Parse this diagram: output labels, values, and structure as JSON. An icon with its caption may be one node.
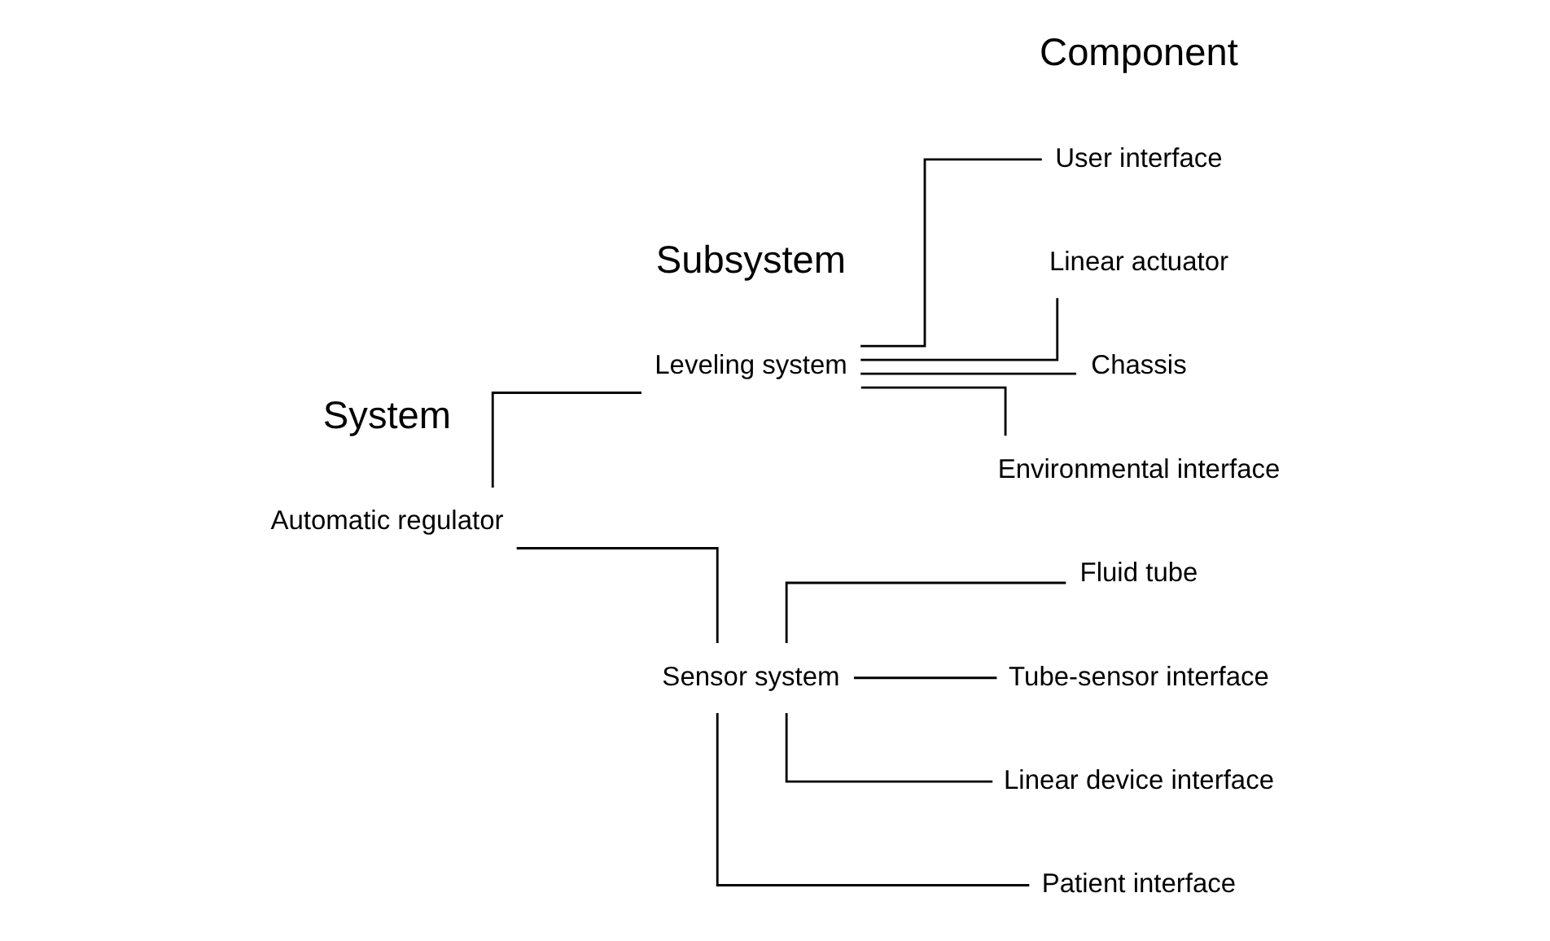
{
  "diagram": {
    "nodes": [
      {
        "text": [
          "Automatic regulator"
        ]
      },
      {
        "text": [
          "Leveling system"
        ]
      },
      {
        "text": [
          "User interface"
        ]
      },
      {
        "text": [
          "Linear actuator"
        ]
      },
      {
        "text": [
          "Chassis"
        ]
      },
      {
        "text": [
          "Environmental interface"
        ]
      },
      {
        "text": [
          "Sensor system"
        ]
      },
      {
        "text": [
          "Fluid tube"
        ]
      },
      {
        "text": [
          "Tube-sensor interface"
        ]
      },
      {
        "text": [
          "Linear device interface"
        ]
      },
      {
        "text": [
          "Patient interface"
        ]
      }
    ],
    "edges": [
      {
        "from": 0,
        "to": 1,
        "arrow": "none"
      },
      {
        "from": 0,
        "to": 6,
        "arrow": "none"
      },
      {
        "from": 1,
        "to": 2,
        "arrow": "none"
      },
      {
        "from": 1,
        "to": 3,
        "arrow": "none"
      },
      {
        "from": 1,
        "to": 4,
        "arrow": "none"
      },
      {
        "from": 1,
        "to": 5,
        "arrow": "none"
      },
      {
        "from": 6,
        "to": 7,
        "arrow": "none"
      },
      {
        "from": 6,
        "to": 8,
        "arrow": "none"
      },
      {
        "from": 6,
        "to": 9,
        "arrow": "none"
      },
      {
        "from": 6,
        "to": 10,
        "arrow": "none"
      }
    ],
    "labels": [
      "System",
      "Subsystem",
      "Component"
    ]
  }
}
